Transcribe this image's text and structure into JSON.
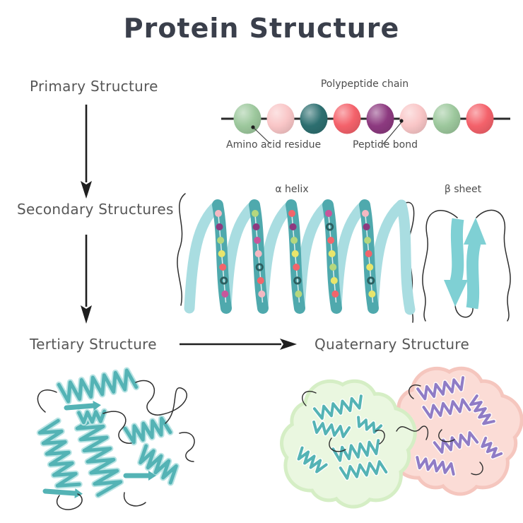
{
  "title": "Protein Structure",
  "sections": {
    "primary": {
      "label": "Primary Structure"
    },
    "secondary": {
      "label": "Secondary Structures"
    },
    "tertiary": {
      "label": "Tertiary Structure"
    },
    "quaternary": {
      "label": "Quaternary Structure"
    }
  },
  "primary_diagram": {
    "chain_label": "Polypeptide chain",
    "residue_label": "Amino acid residue",
    "bond_label": "Peptide bond",
    "bead_colors": [
      "green",
      "pink",
      "teal",
      "coral",
      "purple",
      "pink",
      "green",
      "coral"
    ]
  },
  "secondary_diagram": {
    "alpha_label": "α helix",
    "beta_label": "β sheet",
    "helix_bead_sequences": [
      [
        "pink",
        "purple",
        "green",
        "yellow",
        "coral",
        "tealring",
        "magenta"
      ],
      [
        "green",
        "purple",
        "magenta",
        "pink",
        "tealring",
        "coral",
        "pink"
      ],
      [
        "coral",
        "purple",
        "green",
        "yellow",
        "coral",
        "tealring",
        "green"
      ],
      [
        "magenta",
        "tealring",
        "coral",
        "yellow",
        "green",
        "yellow",
        "coral"
      ],
      [
        "pink",
        "purple",
        "green",
        "coral",
        "yellow",
        "tealring",
        "yellow"
      ]
    ]
  },
  "colors": {
    "title_text": "#3a3f4b",
    "label_text": "#575757",
    "small_label_text": "#4c4c4c",
    "arrow_black": "#1f1f1f",
    "chain_line": "#2b2b2b",
    "bead_green": "#9dc89d",
    "bead_pink": "#f9c6c7",
    "bead_teal": "#2d6f70",
    "bead_coral": "#f4626b",
    "bead_purple": "#8d3a80",
    "helix_back": "#a9dde1",
    "helix_front": "#4fa9ad",
    "sheet_arrow": "#7fd0d4",
    "squiggle_black": "#2e2e2e",
    "tertiary_teal": "#54b3b5",
    "tertiary_teal_light": "#b9e4e4",
    "blob_green_fill": "#eaf7e0",
    "blob_green_rim": "#d5eec5",
    "blob_pink_fill": "#fbdcd6",
    "blob_pink_rim": "#f5c6be",
    "quaternary_purple": "#8f7cc6",
    "helix_beads": {
      "pink": "#f4b8c2",
      "purple": "#8d3a80",
      "green": "#b5d77e",
      "yellow": "#e8e56b",
      "coral": "#f2656b",
      "magenta": "#c8569b",
      "tealring": "#2d5f60"
    }
  }
}
